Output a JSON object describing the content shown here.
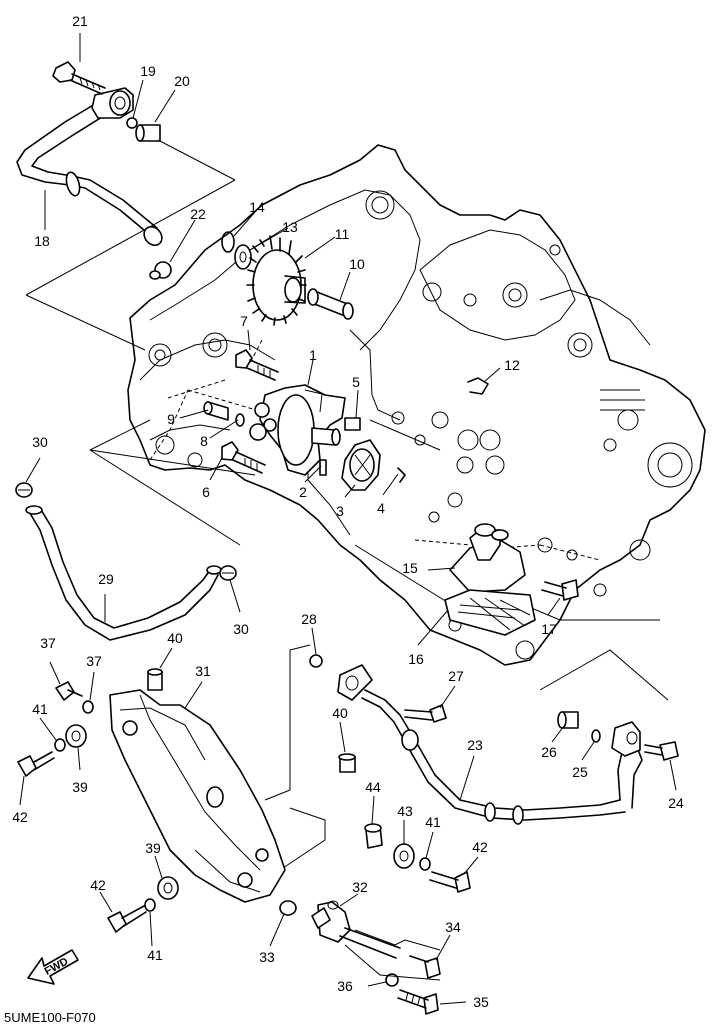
{
  "drawing_code": "5UME100-F070",
  "direction_label": "FWD",
  "callouts": [
    {
      "id": "1",
      "label": "1"
    },
    {
      "id": "2",
      "label": "2"
    },
    {
      "id": "3",
      "label": "3"
    },
    {
      "id": "4",
      "label": "4"
    },
    {
      "id": "5",
      "label": "5"
    },
    {
      "id": "6",
      "label": "6"
    },
    {
      "id": "7",
      "label": "7"
    },
    {
      "id": "8",
      "label": "8"
    },
    {
      "id": "9",
      "label": "9"
    },
    {
      "id": "10",
      "label": "10"
    },
    {
      "id": "11",
      "label": "11"
    },
    {
      "id": "12",
      "label": "12"
    },
    {
      "id": "13",
      "label": "13"
    },
    {
      "id": "14",
      "label": "14"
    },
    {
      "id": "15",
      "label": "15"
    },
    {
      "id": "16",
      "label": "16"
    },
    {
      "id": "17",
      "label": "17"
    },
    {
      "id": "18",
      "label": "18"
    },
    {
      "id": "19",
      "label": "19"
    },
    {
      "id": "20",
      "label": "20"
    },
    {
      "id": "21",
      "label": "21"
    },
    {
      "id": "22",
      "label": "22"
    },
    {
      "id": "23",
      "label": "23"
    },
    {
      "id": "24",
      "label": "24"
    },
    {
      "id": "25",
      "label": "25"
    },
    {
      "id": "26",
      "label": "26"
    },
    {
      "id": "27",
      "label": "27"
    },
    {
      "id": "28",
      "label": "28"
    },
    {
      "id": "29",
      "label": "29"
    },
    {
      "id": "30a",
      "label": "30"
    },
    {
      "id": "30b",
      "label": "30"
    },
    {
      "id": "31",
      "label": "31"
    },
    {
      "id": "32",
      "label": "32"
    },
    {
      "id": "33",
      "label": "33"
    },
    {
      "id": "34",
      "label": "34"
    },
    {
      "id": "35",
      "label": "35"
    },
    {
      "id": "36",
      "label": "36"
    },
    {
      "id": "37",
      "label": "37"
    },
    {
      "id": "38",
      "label": "38"
    },
    {
      "id": "39a",
      "label": "39"
    },
    {
      "id": "39b",
      "label": "39"
    },
    {
      "id": "40a",
      "label": "40"
    },
    {
      "id": "40b",
      "label": "40"
    },
    {
      "id": "41a",
      "label": "41"
    },
    {
      "id": "41b",
      "label": "41"
    },
    {
      "id": "41c",
      "label": "41"
    },
    {
      "id": "42a",
      "label": "42"
    },
    {
      "id": "42b",
      "label": "42"
    },
    {
      "id": "42c",
      "label": "42"
    },
    {
      "id": "43",
      "label": "43"
    },
    {
      "id": "44",
      "label": "44"
    }
  ]
}
